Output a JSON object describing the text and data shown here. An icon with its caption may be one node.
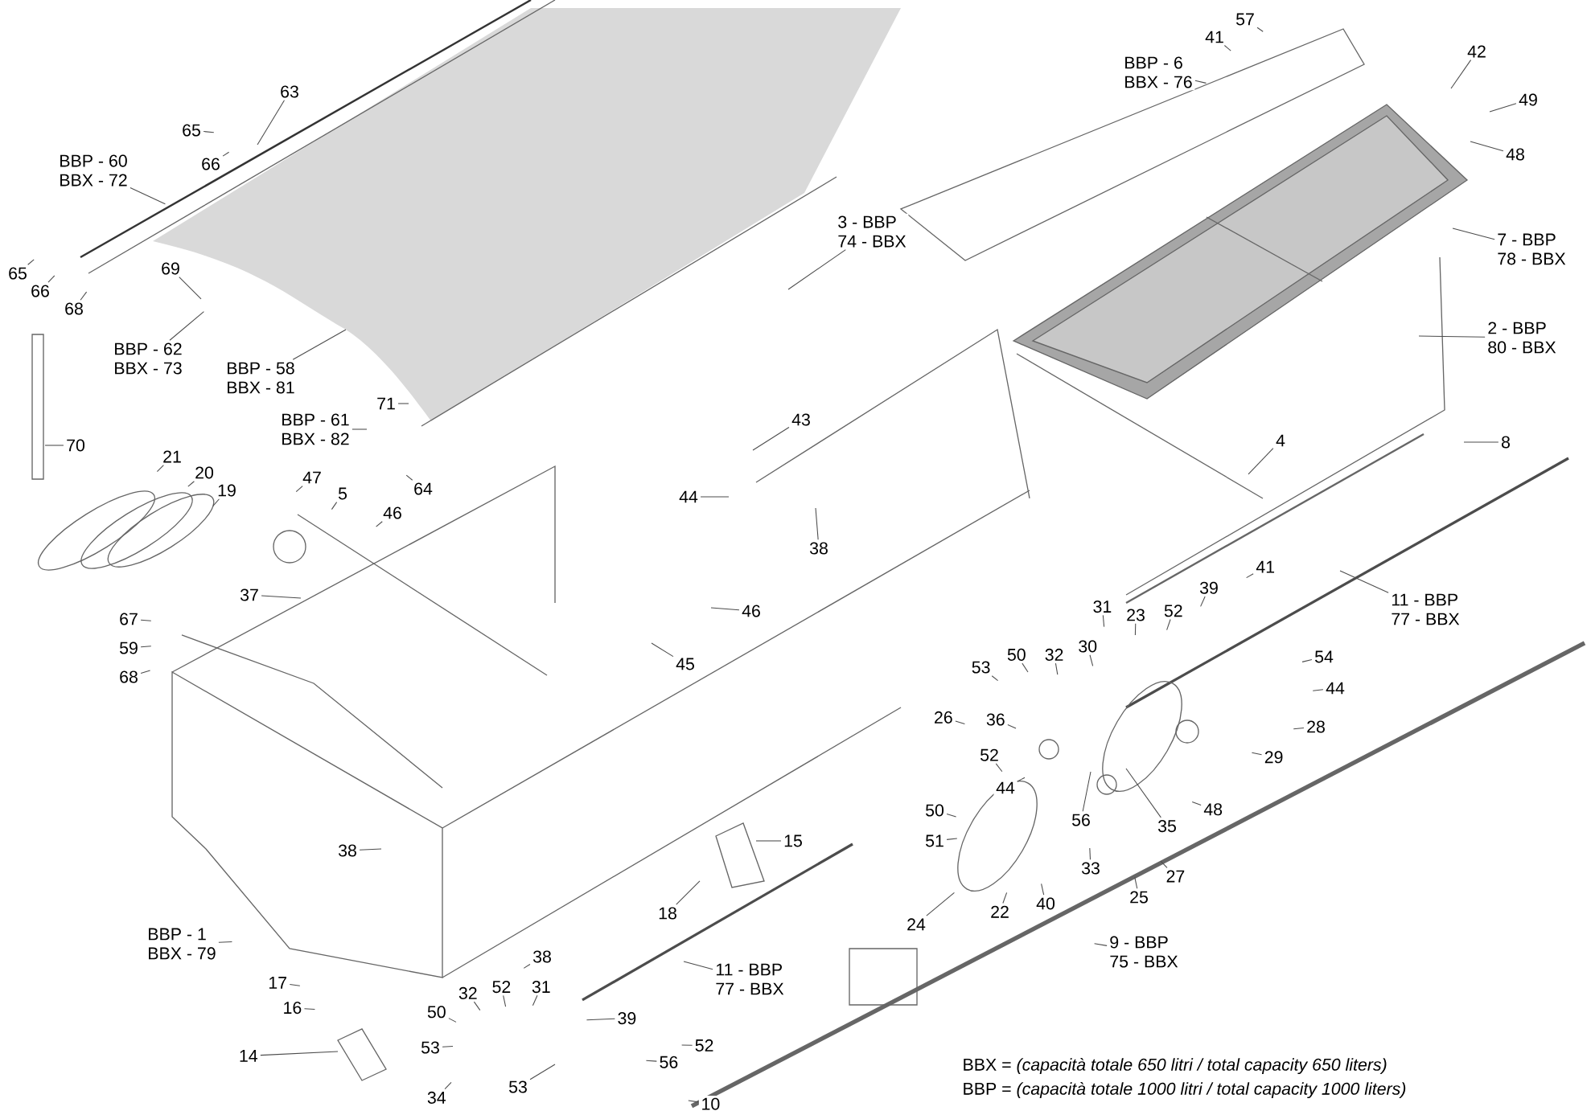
{
  "diagram": {
    "nodes": [
      {
        "text": [
          "63"
        ]
      },
      {
        "text": [
          "65"
        ]
      },
      {
        "text": [
          "66"
        ]
      },
      {
        "text": [
          "BBP - 60",
          "BBX - 72"
        ]
      },
      {
        "text": [
          "65"
        ]
      },
      {
        "text": [
          "66"
        ]
      },
      {
        "text": [
          "68"
        ]
      },
      {
        "text": [
          "69"
        ]
      },
      {
        "text": [
          "BBP - 62",
          "BBX - 73"
        ]
      },
      {
        "text": [
          "BBP - 58",
          "BBX - 81"
        ]
      },
      {
        "text": [
          "71"
        ]
      },
      {
        "text": [
          "BBP - 61",
          "BBX - 82"
        ]
      },
      {
        "text": [
          "70"
        ]
      },
      {
        "text": [
          "21"
        ]
      },
      {
        "text": [
          "20"
        ]
      },
      {
        "text": [
          "19"
        ]
      },
      {
        "text": [
          "47"
        ]
      },
      {
        "text": [
          "5"
        ]
      },
      {
        "text": [
          "46"
        ]
      },
      {
        "text": [
          "64"
        ]
      },
      {
        "text": [
          "43"
        ]
      },
      {
        "text": [
          "44"
        ]
      },
      {
        "text": [
          "38"
        ]
      },
      {
        "text": [
          "37"
        ]
      },
      {
        "text": [
          "46"
        ]
      },
      {
        "text": [
          "45"
        ]
      },
      {
        "text": [
          "67"
        ]
      },
      {
        "text": [
          "59"
        ]
      },
      {
        "text": [
          "68"
        ]
      },
      {
        "text": [
          "57"
        ]
      },
      {
        "text": [
          "41"
        ]
      },
      {
        "text": [
          "BBP -  6",
          "BBX - 76"
        ]
      },
      {
        "text": [
          "42"
        ]
      },
      {
        "text": [
          "49"
        ]
      },
      {
        "text": [
          "48"
        ]
      },
      {
        "text": [
          "3  - BBP",
          "74 - BBX"
        ]
      },
      {
        "text": [
          "7  - BBP",
          "78 - BBX"
        ]
      },
      {
        "text": [
          "2  - BBP",
          "80 - BBX"
        ]
      },
      {
        "text": [
          "4"
        ]
      },
      {
        "text": [
          "8"
        ]
      },
      {
        "text": [
          "41"
        ]
      },
      {
        "text": [
          "11 - BBP",
          "77 - BBX"
        ]
      },
      {
        "text": [
          "39"
        ]
      },
      {
        "text": [
          "31"
        ]
      },
      {
        "text": [
          "23"
        ]
      },
      {
        "text": [
          "52"
        ]
      },
      {
        "text": [
          "30"
        ]
      },
      {
        "text": [
          "54"
        ]
      },
      {
        "text": [
          "53"
        ]
      },
      {
        "text": [
          "50"
        ]
      },
      {
        "text": [
          "32"
        ]
      },
      {
        "text": [
          "44"
        ]
      },
      {
        "text": [
          "28"
        ]
      },
      {
        "text": [
          "26"
        ]
      },
      {
        "text": [
          "36"
        ]
      },
      {
        "text": [
          "29"
        ]
      },
      {
        "text": [
          "52"
        ]
      },
      {
        "text": [
          "44"
        ]
      },
      {
        "text": [
          "56"
        ]
      },
      {
        "text": [
          "48"
        ]
      },
      {
        "text": [
          "35"
        ]
      },
      {
        "text": [
          "50"
        ]
      },
      {
        "text": [
          "51"
        ]
      },
      {
        "text": [
          "33"
        ]
      },
      {
        "text": [
          "27"
        ]
      },
      {
        "text": [
          "40"
        ]
      },
      {
        "text": [
          "22"
        ]
      },
      {
        "text": [
          "25"
        ]
      },
      {
        "text": [
          "24"
        ]
      },
      {
        "text": [
          "9  - BBP",
          "75 - BBX"
        ]
      },
      {
        "text": [
          "15"
        ]
      },
      {
        "text": [
          "18"
        ]
      },
      {
        "text": [
          "BBP -  1",
          "BBX - 79"
        ]
      },
      {
        "text": [
          "38"
        ]
      },
      {
        "text": [
          "38"
        ]
      },
      {
        "text": [
          "11 - BBP",
          "77 - BBX"
        ]
      },
      {
        "text": [
          "17"
        ]
      },
      {
        "text": [
          "16"
        ]
      },
      {
        "text": [
          "32"
        ]
      },
      {
        "text": [
          "52"
        ]
      },
      {
        "text": [
          "31"
        ]
      },
      {
        "text": [
          "50"
        ]
      },
      {
        "text": [
          "53"
        ]
      },
      {
        "text": [
          "14"
        ]
      },
      {
        "text": [
          "39"
        ]
      },
      {
        "text": [
          "52"
        ]
      },
      {
        "text": [
          "56"
        ]
      },
      {
        "text": [
          "34"
        ]
      },
      {
        "text": [
          "53"
        ]
      },
      {
        "text": [
          "10"
        ]
      }
    ],
    "edges": [
      {
        "from": 0,
        "to": null,
        "arrow": "none"
      },
      {
        "from": 1,
        "to": null,
        "arrow": "none"
      },
      {
        "from": 2,
        "to": null,
        "arrow": "none"
      },
      {
        "from": 3,
        "to": null,
        "arrow": "none"
      },
      {
        "from": 4,
        "to": null,
        "arrow": "none"
      },
      {
        "from": 5,
        "to": null,
        "arrow": "none"
      },
      {
        "from": 6,
        "to": null,
        "arrow": "none"
      },
      {
        "from": 7,
        "to": null,
        "arrow": "none"
      },
      {
        "from": 8,
        "to": null,
        "arrow": "none"
      },
      {
        "from": 9,
        "to": null,
        "arrow": "none"
      },
      {
        "from": 10,
        "to": null,
        "arrow": "none"
      },
      {
        "from": 11,
        "to": null,
        "arrow": "none"
      },
      {
        "from": 12,
        "to": null,
        "arrow": "none"
      },
      {
        "from": 13,
        "to": null,
        "arrow": "none"
      },
      {
        "from": 14,
        "to": null,
        "arrow": "none"
      },
      {
        "from": 15,
        "to": null,
        "arrow": "none"
      },
      {
        "from": 16,
        "to": null,
        "arrow": "none"
      },
      {
        "from": 17,
        "to": null,
        "arrow": "none"
      },
      {
        "from": 18,
        "to": null,
        "arrow": "none"
      },
      {
        "from": 19,
        "to": null,
        "arrow": "none"
      },
      {
        "from": 20,
        "to": null,
        "arrow": "none"
      },
      {
        "from": 21,
        "to": null,
        "arrow": "none"
      },
      {
        "from": 22,
        "to": null,
        "arrow": "none"
      },
      {
        "from": 23,
        "to": null,
        "arrow": "none"
      },
      {
        "from": 24,
        "to": null,
        "arrow": "none"
      },
      {
        "from": 25,
        "to": null,
        "arrow": "none"
      },
      {
        "from": 26,
        "to": null,
        "arrow": "none"
      },
      {
        "from": 27,
        "to": null,
        "arrow": "none"
      },
      {
        "from": 28,
        "to": null,
        "arrow": "none"
      },
      {
        "from": 29,
        "to": null,
        "arrow": "none"
      },
      {
        "from": 30,
        "to": null,
        "arrow": "none"
      },
      {
        "from": 31,
        "to": null,
        "arrow": "none"
      },
      {
        "from": 32,
        "to": null,
        "arrow": "none"
      },
      {
        "from": 33,
        "to": null,
        "arrow": "none"
      },
      {
        "from": 34,
        "to": null,
        "arrow": "none"
      },
      {
        "from": 35,
        "to": null,
        "arrow": "none"
      },
      {
        "from": 36,
        "to": null,
        "arrow": "none"
      },
      {
        "from": 37,
        "to": null,
        "arrow": "none"
      },
      {
        "from": 38,
        "to": null,
        "arrow": "none"
      },
      {
        "from": 39,
        "to": null,
        "arrow": "none"
      },
      {
        "from": 40,
        "to": null,
        "arrow": "none"
      },
      {
        "from": 41,
        "to": null,
        "arrow": "none"
      },
      {
        "from": 42,
        "to": null,
        "arrow": "none"
      },
      {
        "from": 43,
        "to": null,
        "arrow": "none"
      },
      {
        "from": 44,
        "to": null,
        "arrow": "none"
      },
      {
        "from": 45,
        "to": null,
        "arrow": "none"
      },
      {
        "from": 46,
        "to": null,
        "arrow": "none"
      },
      {
        "from": 47,
        "to": null,
        "arrow": "none"
      },
      {
        "from": 48,
        "to": null,
        "arrow": "none"
      },
      {
        "from": 49,
        "to": null,
        "arrow": "none"
      },
      {
        "from": 50,
        "to": null,
        "arrow": "none"
      },
      {
        "from": 51,
        "to": null,
        "arrow": "none"
      },
      {
        "from": 52,
        "to": null,
        "arrow": "none"
      },
      {
        "from": 53,
        "to": null,
        "arrow": "none"
      },
      {
        "from": 54,
        "to": null,
        "arrow": "none"
      },
      {
        "from": 55,
        "to": null,
        "arrow": "none"
      },
      {
        "from": 56,
        "to": null,
        "arrow": "none"
      },
      {
        "from": 57,
        "to": null,
        "arrow": "none"
      },
      {
        "from": 58,
        "to": null,
        "arrow": "none"
      },
      {
        "from": 59,
        "to": null,
        "arrow": "none"
      },
      {
        "from": 60,
        "to": null,
        "arrow": "none"
      },
      {
        "from": 61,
        "to": null,
        "arrow": "none"
      },
      {
        "from": 62,
        "to": null,
        "arrow": "none"
      },
      {
        "from": 63,
        "to": null,
        "arrow": "none"
      },
      {
        "from": 64,
        "to": null,
        "arrow": "none"
      },
      {
        "from": 65,
        "to": null,
        "arrow": "none"
      },
      {
        "from": 66,
        "to": null,
        "arrow": "none"
      },
      {
        "from": 67,
        "to": null,
        "arrow": "none"
      },
      {
        "from": 68,
        "to": null,
        "arrow": "none"
      },
      {
        "from": 69,
        "to": null,
        "arrow": "none"
      },
      {
        "from": 70,
        "to": null,
        "arrow": "none"
      },
      {
        "from": 71,
        "to": null,
        "arrow": "none"
      },
      {
        "from": 72,
        "to": null,
        "arrow": "none"
      },
      {
        "from": 73,
        "to": null,
        "arrow": "none"
      },
      {
        "from": 74,
        "to": null,
        "arrow": "none"
      },
      {
        "from": 75,
        "to": null,
        "arrow": "none"
      },
      {
        "from": 76,
        "to": null,
        "arrow": "none"
      },
      {
        "from": 77,
        "to": null,
        "arrow": "none"
      },
      {
        "from": 78,
        "to": null,
        "arrow": "none"
      },
      {
        "from": 79,
        "to": null,
        "arrow": "none"
      },
      {
        "from": 80,
        "to": null,
        "arrow": "none"
      },
      {
        "from": 81,
        "to": null,
        "arrow": "none"
      },
      {
        "from": 82,
        "to": null,
        "arrow": "none"
      },
      {
        "from": 83,
        "to": null,
        "arrow": "none"
      },
      {
        "from": 84,
        "to": null,
        "arrow": "none"
      },
      {
        "from": 85,
        "to": null,
        "arrow": "none"
      },
      {
        "from": 86,
        "to": null,
        "arrow": "none"
      },
      {
        "from": 87,
        "to": null,
        "arrow": "none"
      },
      {
        "from": 88,
        "to": null,
        "arrow": "none"
      },
      {
        "from": 89,
        "to": null,
        "arrow": "none"
      }
    ],
    "labels": [
      "BBX = *(capacità totale 650 litri / total capacity 650 liters)*",
      "BBP = *(capacità totale 1000 litri / total capacity 1000 liters)*"
    ]
  }
}
